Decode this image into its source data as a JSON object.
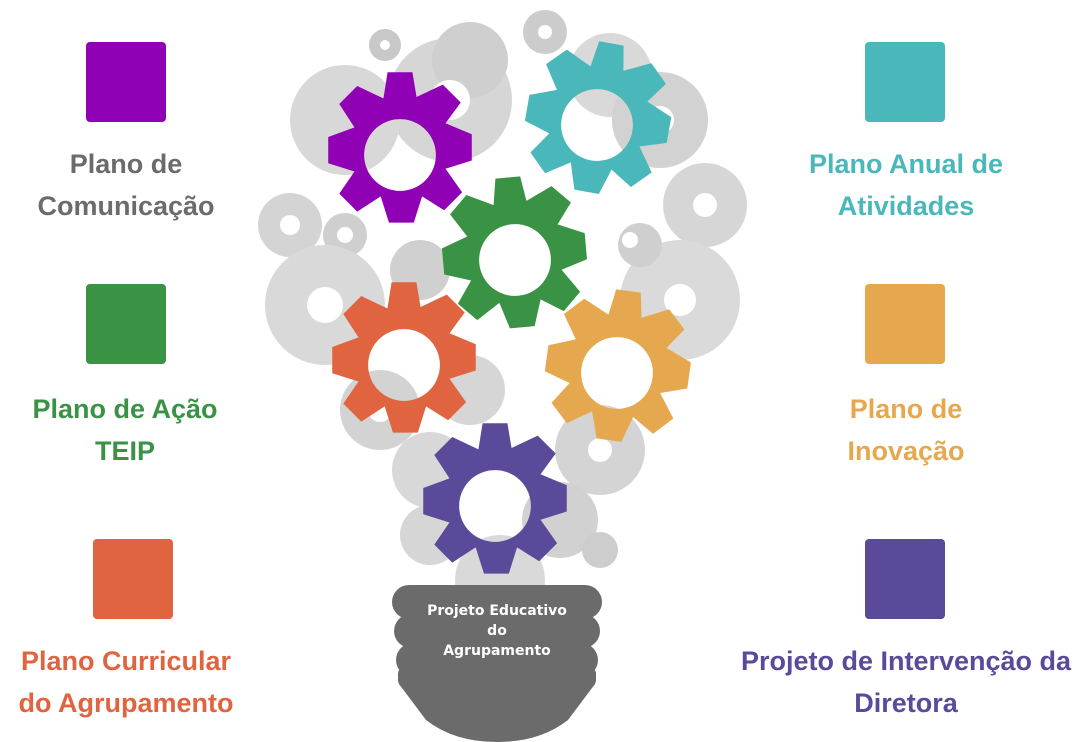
{
  "colors": {
    "purple": "#9000b5",
    "teal": "#4ab7bb",
    "green": "#3a9245",
    "orange": "#e0643f",
    "gold": "#e6a84f",
    "indigo": "#5b4a99",
    "gray_text": "#6b6b6b",
    "gear_gray": "#d3d3d3",
    "base_dark": "#6b6b6b"
  },
  "items": [
    {
      "id": "comunicacao",
      "lines": [
        "Plano de",
        "Comunicação"
      ],
      "text_color": "#6b6b6b",
      "swatch_color": "#9000b5"
    },
    {
      "id": "acao-teip",
      "lines": [
        "Plano de Ação",
        "TEIP"
      ],
      "text_color": "#3a9245",
      "swatch_color": "#3a9245"
    },
    {
      "id": "curricular",
      "lines": [
        "Plano Curricular",
        "do Agrupamento"
      ],
      "text_color": "#e0643f",
      "swatch_color": "#e0643f"
    },
    {
      "id": "anual",
      "lines": [
        "Plano Anual de",
        "Atividades"
      ],
      "text_color": "#4ab7bb",
      "swatch_color": "#4ab7bb"
    },
    {
      "id": "inovacao",
      "lines": [
        "Plano de",
        "Inovação"
      ],
      "text_color": "#e6a84f",
      "swatch_color": "#e6a84f"
    },
    {
      "id": "intervencao",
      "lines": [
        "Projeto de Intervenção da",
        "Diretora"
      ],
      "text_color": "#5b4a99",
      "swatch_color": "#5b4a99"
    }
  ],
  "base": {
    "lines": [
      "Projeto Educativo",
      "do",
      "Agrupamento"
    ]
  }
}
